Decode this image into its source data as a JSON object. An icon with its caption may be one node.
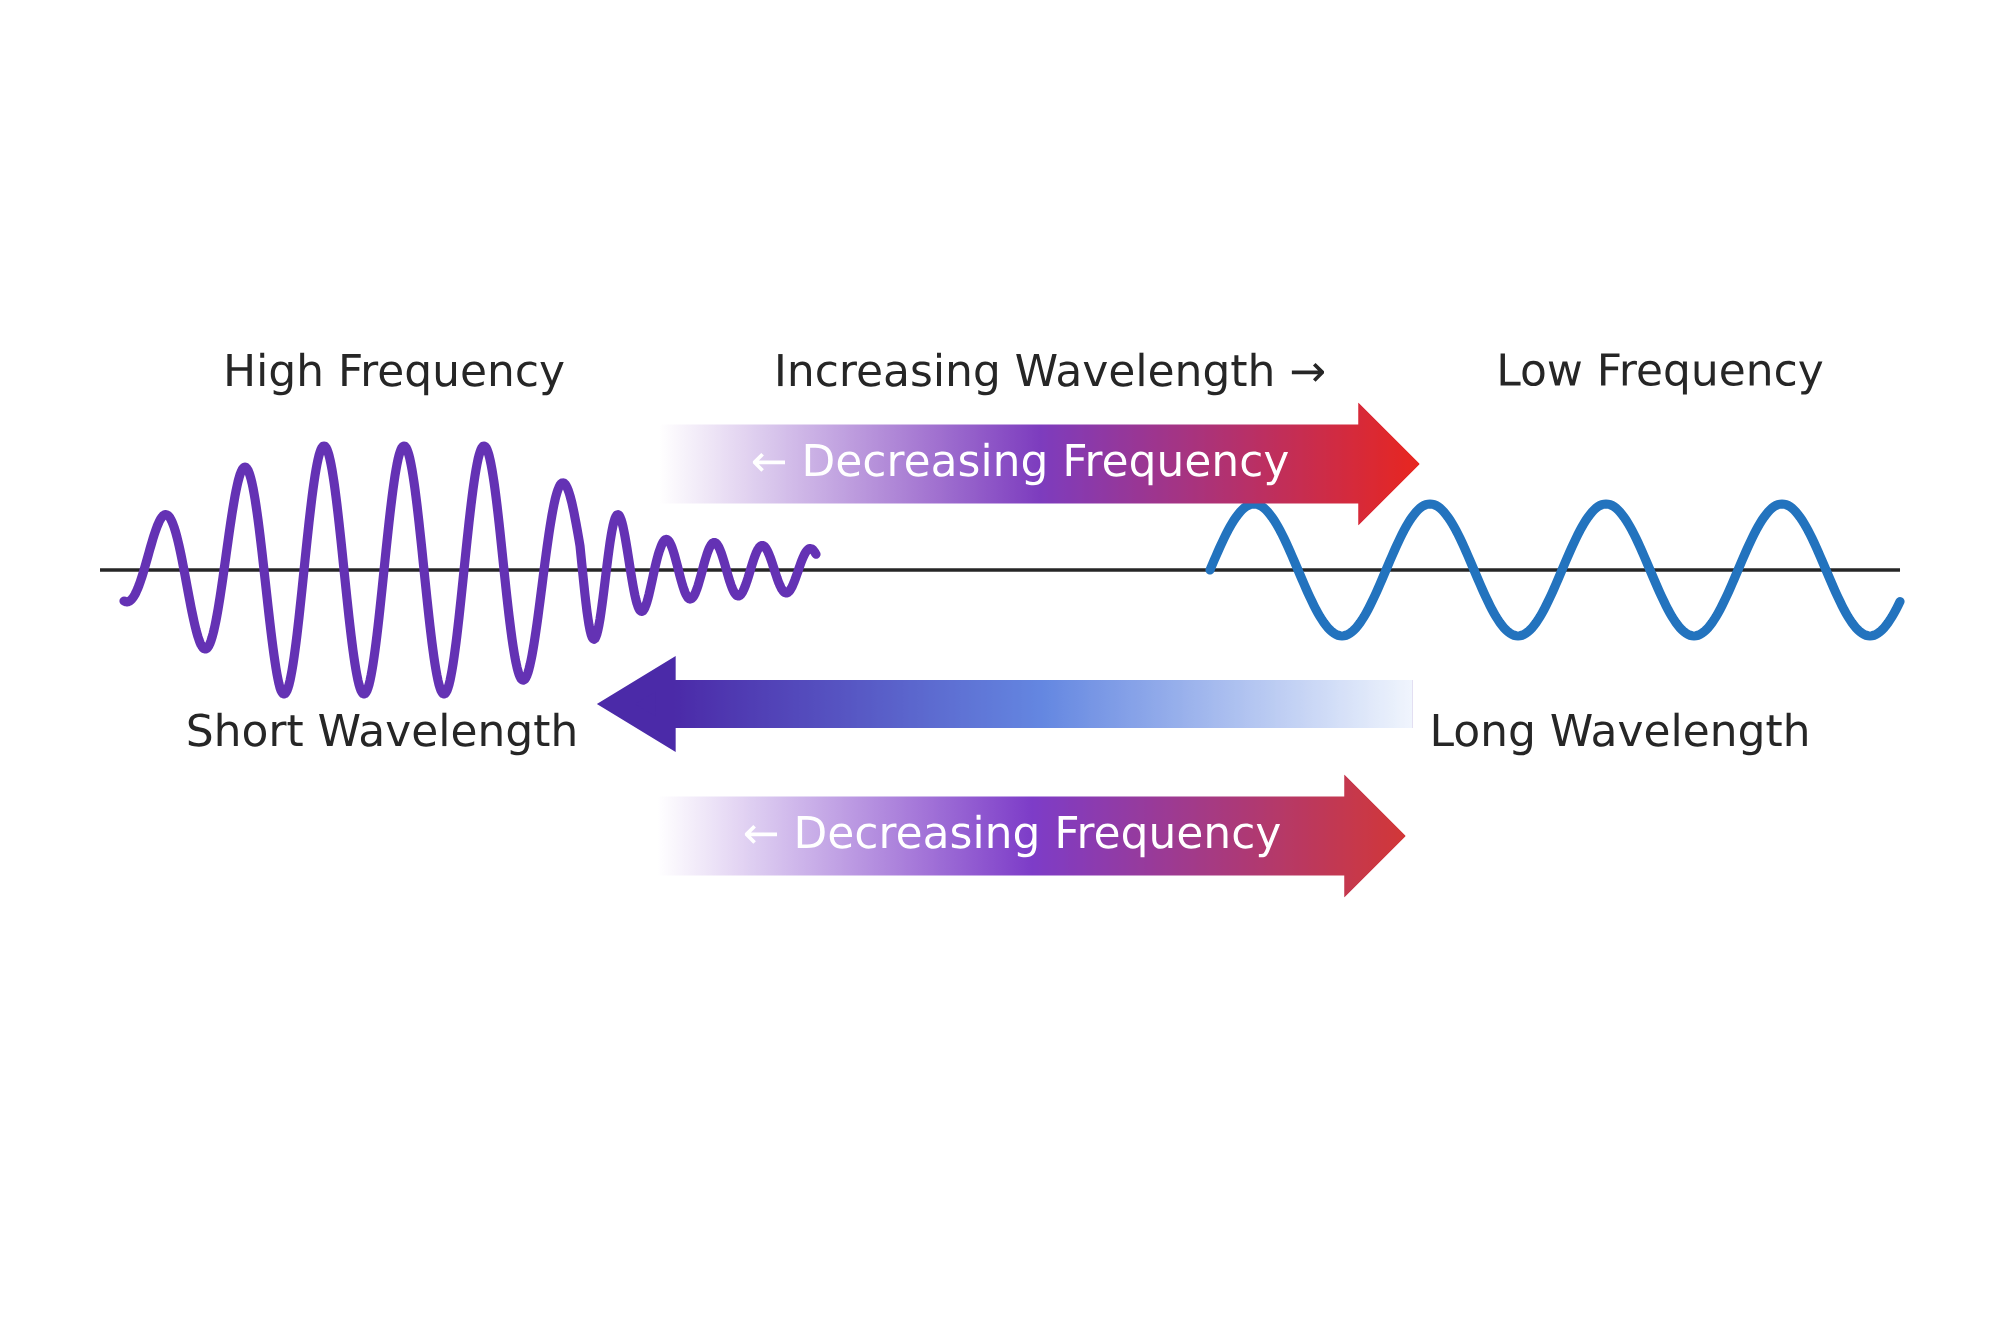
{
  "diagram": {
    "nodes": [
      {
        "text": [
          "← Decreasing Frequency"
        ]
      },
      {
        "text": [
          "Short Wavelength"
        ]
      },
      {
        "text": [
          "Long Wavelength"
        ]
      },
      {
        "text": [
          "← Decreasing Frequency"
        ]
      }
    ],
    "edges": [
      {
        "from": 2,
        "to": 1,
        "arrow": "to"
      }
    ],
    "labels": [
      "High Frequency",
      "Increasing Wavelength →",
      "Low Frequency"
    ]
  }
}
